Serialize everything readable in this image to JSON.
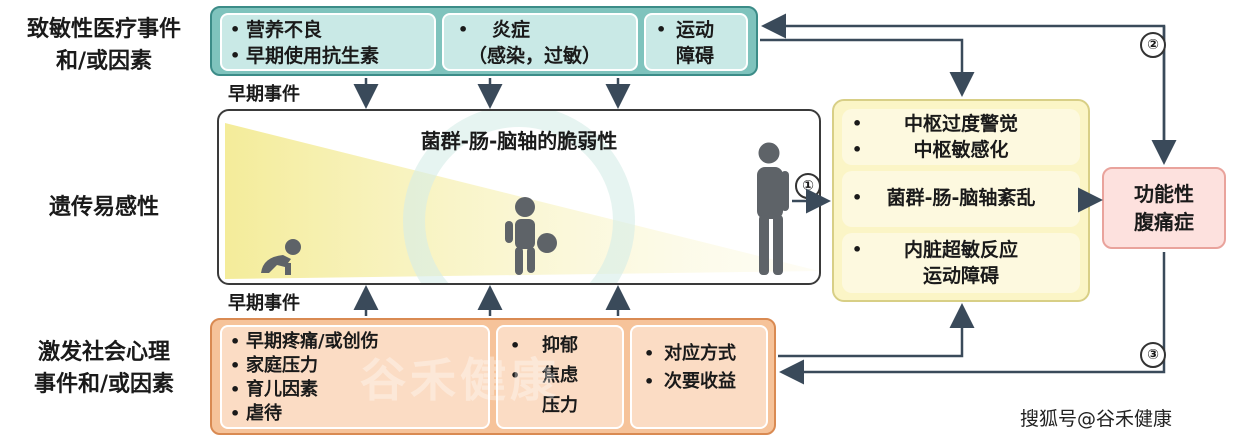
{
  "left_labels": {
    "medical": [
      "致敏性医疗事件",
      "和/或因素"
    ],
    "genetic": "遗传易感性",
    "psychosocial": [
      "激发社会心理",
      "事件和/或因素"
    ]
  },
  "top_panel": {
    "box1": [
      "营养不良",
      "早期使用抗生素"
    ],
    "box2": [
      "炎症",
      "（感染，过敏）"
    ],
    "box3": [
      "运动",
      "障碍"
    ]
  },
  "early_events_top": "早期事件",
  "early_events_bottom": "早期事件",
  "middle_panel": {
    "title": "菌群-肠-脑轴的脆弱性"
  },
  "step_numbers": {
    "one": "①",
    "two": "②",
    "three": "③"
  },
  "right_panel": {
    "box1": [
      "中枢过度警觉",
      "中枢敏感化"
    ],
    "box2": "菌群-肠-脑轴紊乱",
    "box3": [
      "内脏超敏反应",
      "运动障碍"
    ]
  },
  "outcome": [
    "功能性",
    "腹痛症"
  ],
  "bottom_panel": {
    "box1": [
      "早期疼痛/或创伤",
      "家庭压力",
      "育儿因素",
      "虐待"
    ],
    "box2": [
      "抑郁",
      "焦虑",
      "压力"
    ],
    "box3": [
      "对应方式",
      "次要收益"
    ]
  },
  "watermark": "谷禾健康",
  "source_credit": "搜狐号@谷禾健康",
  "colors": {
    "teal": "#7fc3bd",
    "orange": "#f6c39a",
    "yellow": "#fbf5c6",
    "pink": "#fde1de",
    "arrow": "#3a4a5a"
  }
}
